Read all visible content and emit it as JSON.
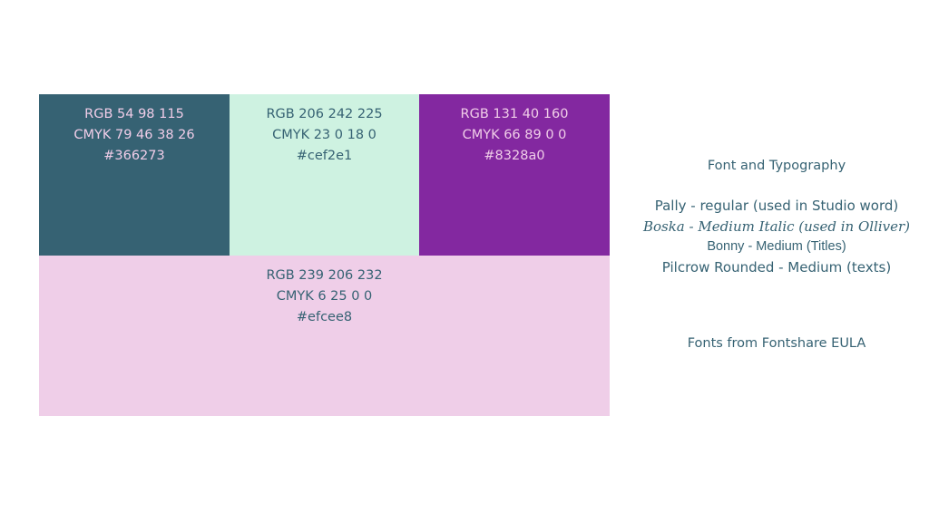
{
  "palette": {
    "swatches": [
      {
        "rgb": "RGB 54 98 115",
        "cmyk": "CMYK 79 46 38 26",
        "hex": "#366273",
        "fill": "#366273",
        "text_color": "#f0cde8"
      },
      {
        "rgb": "RGB 206 242 225",
        "cmyk": "CMYK 23 0 18 0",
        "hex": "#cef2e1",
        "fill": "#cef2e1",
        "text_color": "#366273"
      },
      {
        "rgb": "RGB 131 40 160",
        "cmyk": "CMYK 66 89 0 0",
        "hex": "#8328a0",
        "fill": "#8328a0",
        "text_color": "#f0cde8"
      },
      {
        "rgb": "RGB 239 206 232",
        "cmyk": "CMYK 6 25 0 0",
        "hex": "#efcee8",
        "fill": "#efcee8",
        "text_color": "#366273"
      }
    ]
  },
  "typography": {
    "heading": "Font and Typography",
    "fonts": [
      "Pally - regular (used in Studio word)",
      "Boska - Medium Italic (used in Olliver)",
      "Bonny - Medium (Titles)",
      "Pilcrow Rounded - Medium (texts)"
    ],
    "license": "Fonts from Fontshare EULA"
  }
}
